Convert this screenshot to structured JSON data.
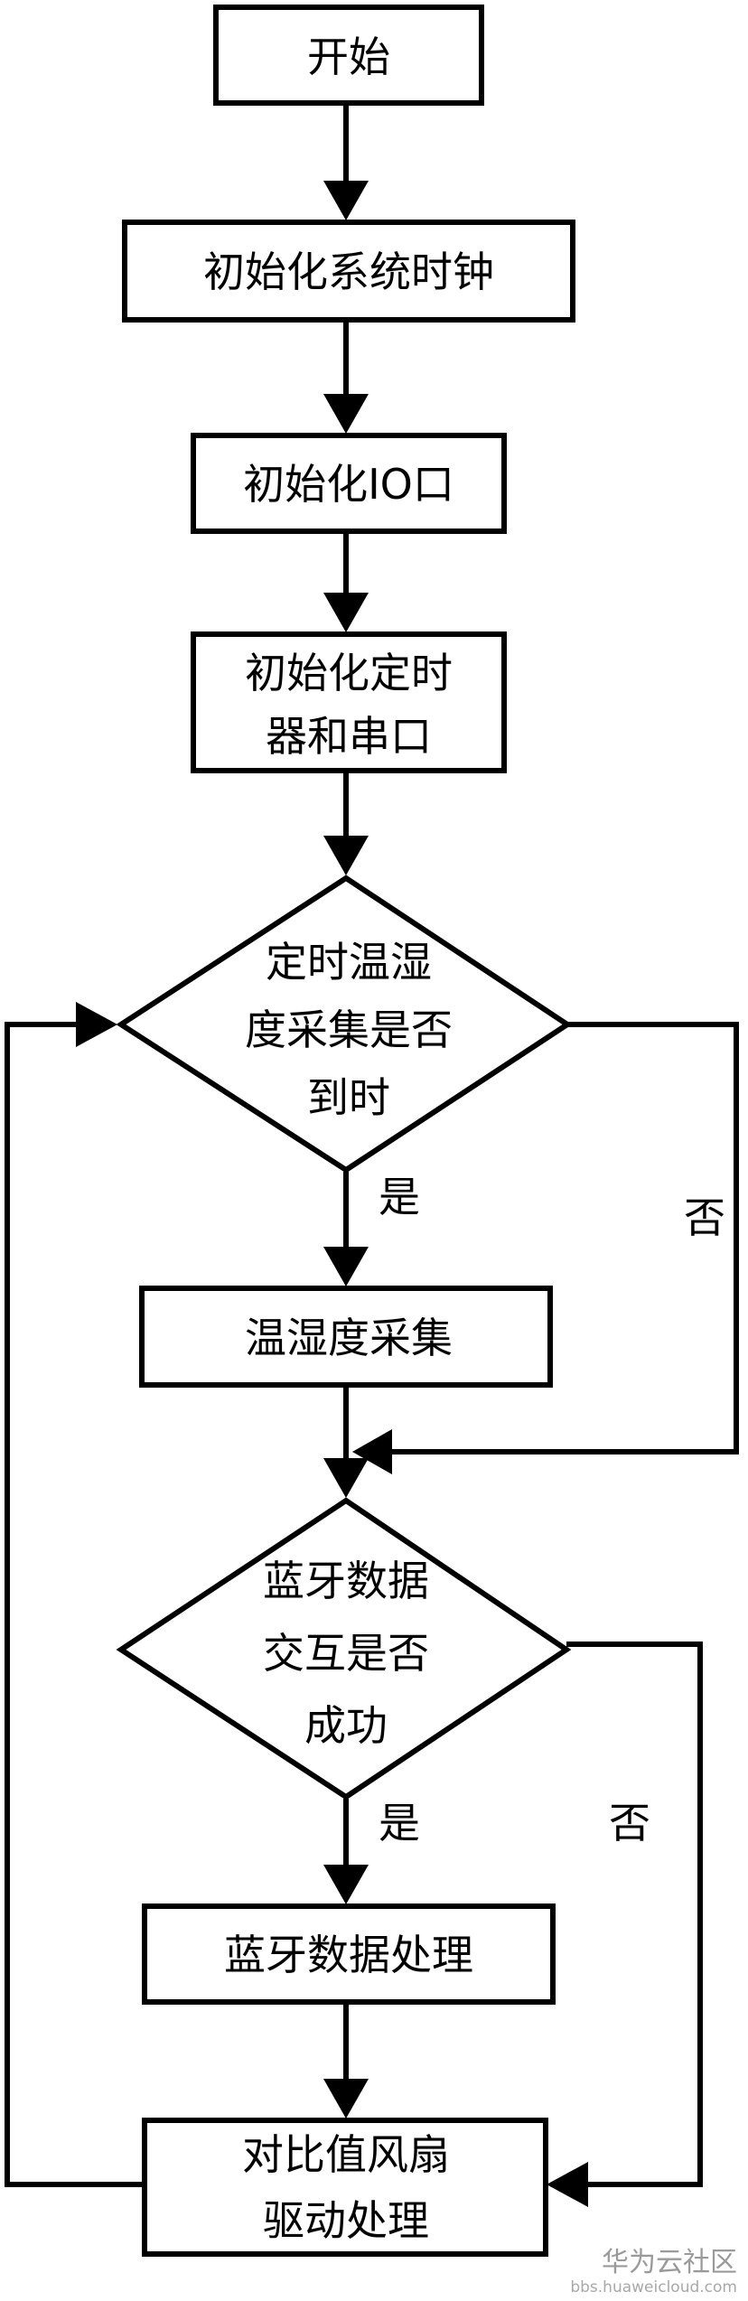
{
  "nodes": {
    "start": "开始",
    "init_clock": "初始化系统时钟",
    "init_io": "初始化IO口",
    "init_timer": [
      "初始化定时",
      "器和串口"
    ],
    "check_timer": [
      "定时温湿",
      "度采集是否",
      "到时"
    ],
    "collect": "温湿度采集",
    "check_bluetooth": [
      "蓝牙数据",
      "交互是否",
      "成功"
    ],
    "bt_process": "蓝牙数据处理",
    "fan_drive": [
      "对比值风扇",
      "驱动处理"
    ]
  },
  "edges": {
    "timer_yes": "是",
    "timer_no": "否",
    "bt_yes": "是",
    "bt_no": "否"
  },
  "watermark": {
    "main": "华为云社区",
    "sub": "bbs.huaweicloud.com"
  }
}
